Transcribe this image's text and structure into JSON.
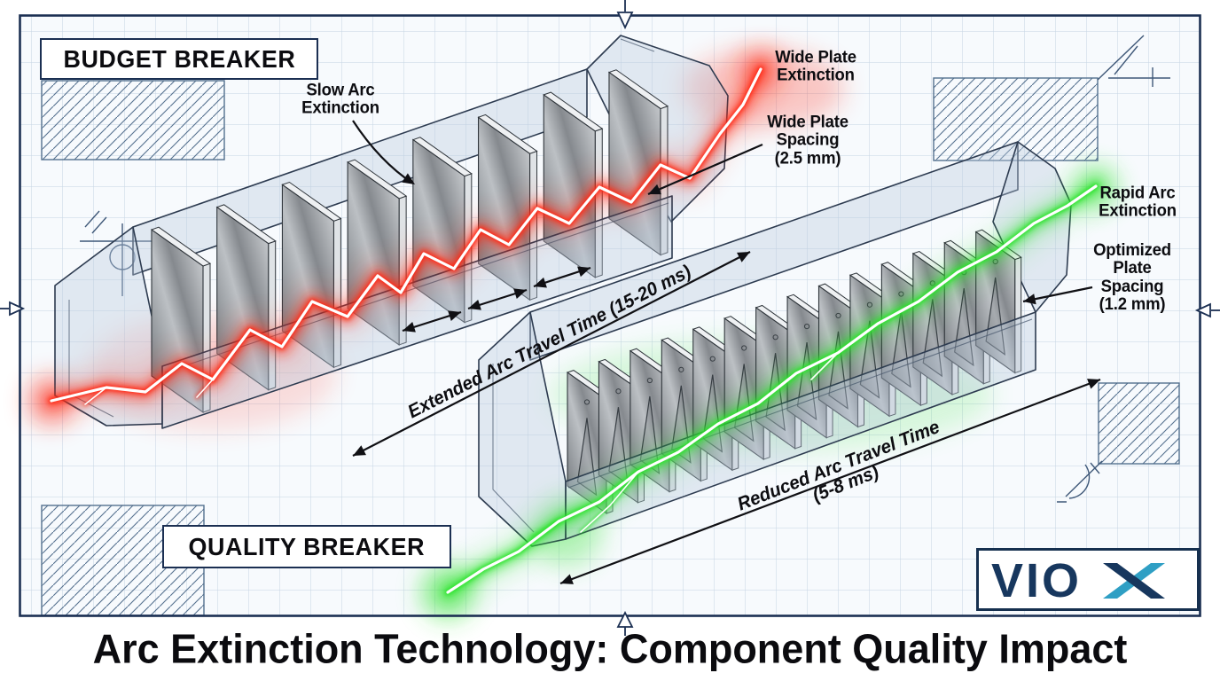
{
  "title": "Arc Extinction Technology: Component Quality Impact",
  "logo": {
    "text": "VIOX",
    "letters": "VIO",
    "x_letter": "X"
  },
  "budget_breaker": {
    "label": "BUDGET BREAKER",
    "plate_count": 8,
    "arc_color": "#ff2917",
    "annotations": {
      "slow_arc": "Slow Arc\nExtinction",
      "wide_plate_extinction": "Wide Plate\nExtinction",
      "wide_plate_spacing": "Wide Plate\nSpacing\n(2.5 mm)",
      "travel_time": "Extended Arc Travel Time (15-20 ms)"
    }
  },
  "quality_breaker": {
    "label": "QUALITY BREAKER",
    "plate_count": 14,
    "arc_color": "#2be32b",
    "annotations": {
      "rapid_arc": "Rapid Arc\nExtinction",
      "optimized_plate_spacing": "Optimized\nPlate\nSpacing\n(1.2 mm)",
      "travel_time": "Reduced Arc Travel Time\n(5-8 ms)"
    }
  },
  "colors": {
    "frame_navy": "#1b2f52",
    "grid_blue": "#c6d4e4",
    "hatch_blue": "#54708e",
    "label_text": "#0d0d11",
    "logo_navy": "#17375e",
    "logo_teal": "#2f9fc4",
    "red_arc": "#ff2917",
    "green_arc": "#2be32b"
  }
}
